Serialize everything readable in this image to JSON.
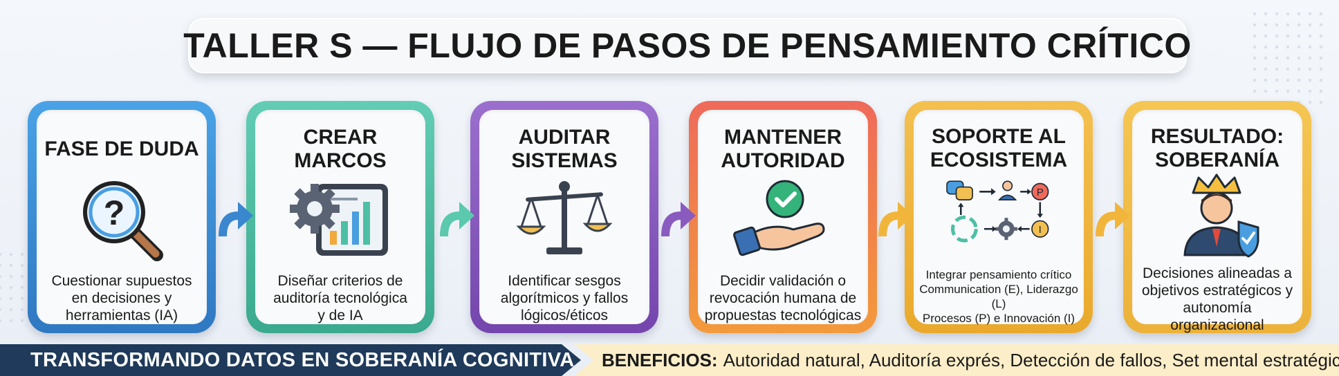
{
  "title": "TALLER S — FLUJO DE PASOS DE PENSAMIENTO CRÍTICO",
  "steps": [
    {
      "title": "FASE DE DUDA",
      "icon": "magnifier-question-icon",
      "color": "#3b8fd6",
      "desc": [
        "Cuestionar supuestos",
        "en decisiones y",
        "herramientas (IA)"
      ]
    },
    {
      "title": "CREAR MARCOS",
      "icon": "gear-tablet-chart-icon",
      "color": "#4dbfa4",
      "desc": [
        "Diseñar criterios de",
        "auditoría tecnológica",
        "y de IA"
      ]
    },
    {
      "title_lines": [
        "AUDITAR",
        "SISTEMAS"
      ],
      "icon": "balance-scale-icon",
      "color": "#8a5bbf",
      "desc": [
        "Identificar sesgos",
        "algorítmicos y fallos",
        "lógicos/éticos"
      ]
    },
    {
      "title_lines": [
        "MANTENER",
        "AUTORIDAD"
      ],
      "icon": "hand-check-icon",
      "color": "#e9704f",
      "desc": [
        "Decidir validación o",
        "revocación humana de",
        "propuestas tecnológicas"
      ]
    },
    {
      "title_lines": [
        "SOPORTE AL",
        "ECOSISTEMA"
      ],
      "icon": "ecosystem-flow-icon",
      "color": "#f0b23c",
      "desc": [
        "Integrar pensamiento crítico",
        "Communication (E), Liderazgo (L)",
        "Procesos (P) e Innovación (I)"
      ],
      "icon_labels": {
        "p": "P",
        "i": "I"
      }
    },
    {
      "title_lines": [
        "RESULTADO:",
        "SOBERANÍA"
      ],
      "icon": "crowned-person-shield-icon",
      "color": "#f0b53a",
      "desc": [
        "Decisiones alineadas a",
        "objetivos estratégicos y",
        "autonomía organizacional"
      ]
    }
  ],
  "footer": {
    "left": "TRANSFORMANDO DATOS EN SOBERANÍA COGNITIVA",
    "benefits_label": "BENEFICIOS:",
    "benefits": "Autoridad natural, Auditoría exprés, Detección de fallos, Set mental estratégico"
  }
}
